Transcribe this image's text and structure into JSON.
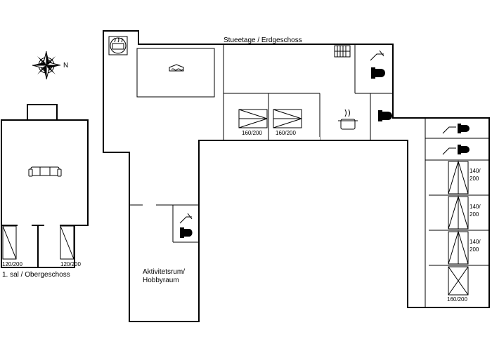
{
  "compass": {
    "north_label": "N"
  },
  "upper_floor": {
    "caption": "1. sal / Obergeschoss",
    "beds": [
      "120/200",
      "120/200"
    ]
  },
  "ground_floor": {
    "caption": "Stueetage / Erdgeschoss",
    "center_beds": [
      "160/200",
      "160/200"
    ],
    "east_beds": [
      {
        "line1": "140/",
        "line2": "200"
      },
      {
        "line1": "140/",
        "line2": "200"
      },
      {
        "line1": "140/",
        "line2": "200"
      }
    ],
    "east_bed_bottom": "160/200",
    "activity_room": {
      "line1": "Aktivitetsrum/",
      "line2": "Hobbyraum"
    }
  }
}
